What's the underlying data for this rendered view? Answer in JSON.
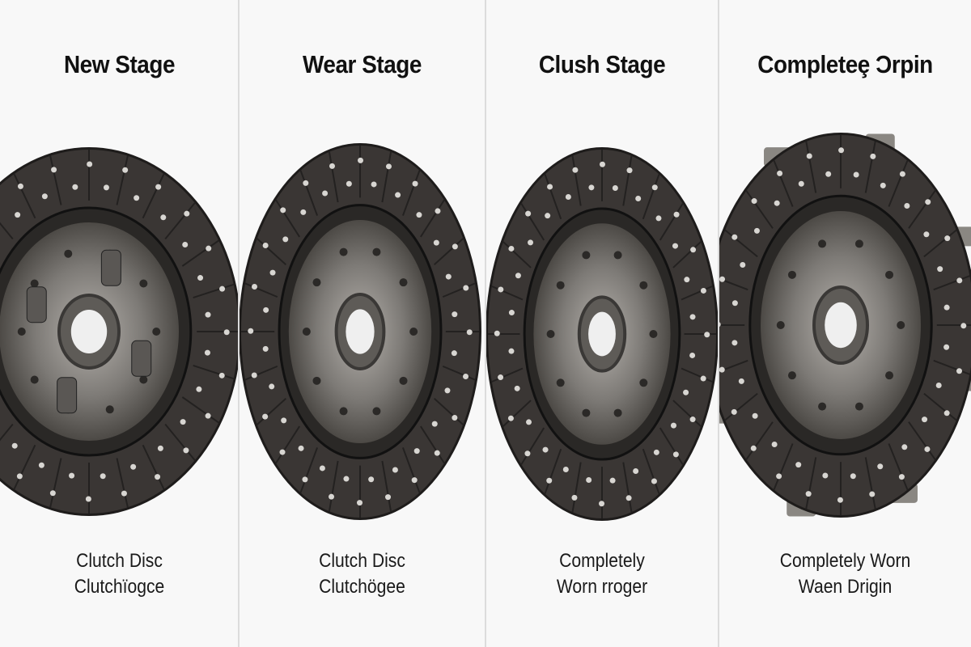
{
  "panels": [
    {
      "title": "New Stage",
      "caption_line1": "Clutch Disc",
      "caption_line2": "Clutchïogce"
    },
    {
      "title": "Wear Stage",
      "caption_line1": "Clutch Disc",
      "caption_line2": "Clutchögee"
    },
    {
      "title": "Clush Stage",
      "caption_line1": "Completely",
      "caption_line2": "Worn rroger"
    },
    {
      "title": "Completeȩ Ɔrpin",
      "caption_line1": "Completely Worn",
      "caption_line2": "Waen Drigin"
    }
  ],
  "colors": {
    "background": "#f8f8f8",
    "friction": "#3a3634",
    "hub": "#7d7a76",
    "divider": "#dcdcdc"
  }
}
